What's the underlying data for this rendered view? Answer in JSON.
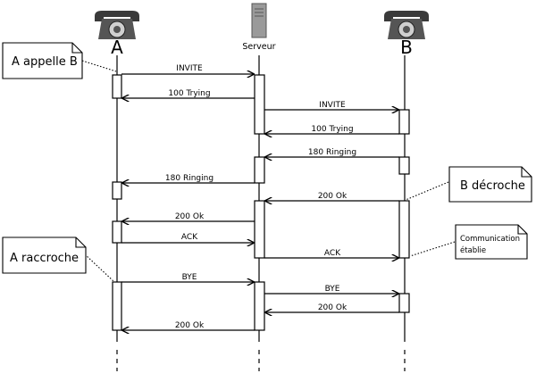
{
  "participants": {
    "a": {
      "label": "A",
      "icon": "telephone-icon"
    },
    "server": {
      "label": "Serveur",
      "icon": "server-icon"
    },
    "b": {
      "label": "B",
      "icon": "telephone-icon"
    }
  },
  "notes": {
    "a_calls": "A appelle B",
    "b_answers": "B décroche",
    "established_line1": "Communication",
    "established_line2": "établie",
    "a_hangs_up": "A raccroche"
  },
  "messages": [
    {
      "label": "INVITE"
    },
    {
      "label": "100 Trying"
    },
    {
      "label": "INVITE"
    },
    {
      "label": "100 Trying"
    },
    {
      "label": "180 Ringing"
    },
    {
      "label": "180 Ringing"
    },
    {
      "label": "200 Ok"
    },
    {
      "label": "200 Ok"
    },
    {
      "label": "ACK"
    },
    {
      "label": "ACK"
    },
    {
      "label": "BYE"
    },
    {
      "label": "BYE"
    },
    {
      "label": "200 Ok"
    },
    {
      "label": "200 Ok"
    }
  ],
  "colors": {
    "line": "#000000",
    "phone_body": "#4d4d4d",
    "server_body": "#9a9a9a"
  }
}
